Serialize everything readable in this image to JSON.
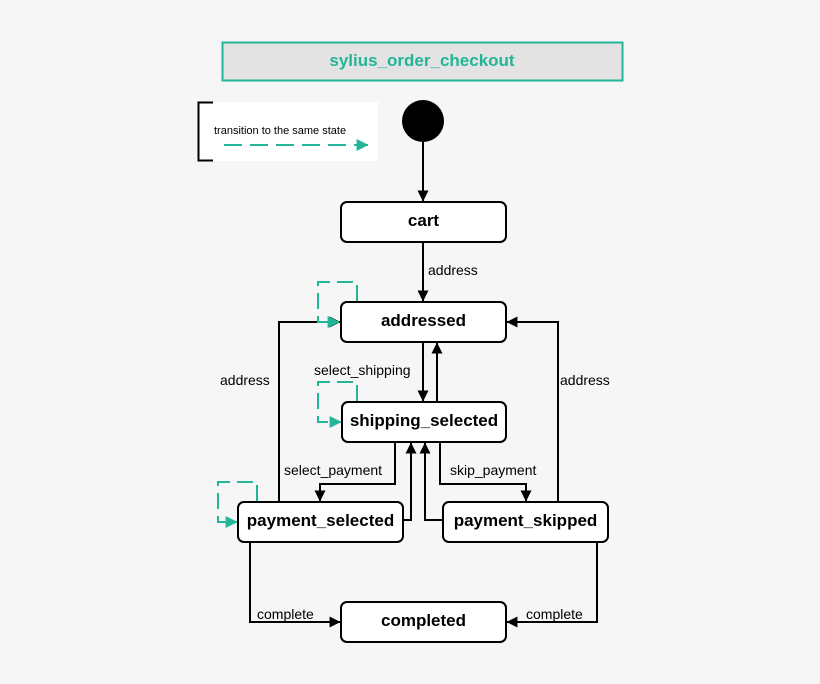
{
  "diagram": {
    "title": "sylius_order_checkout",
    "legend": {
      "label": "transition to the same state"
    },
    "colors": {
      "accent": "#22b597",
      "title_fill": "#e3e3e3",
      "background": "#f6f6f6",
      "line": "#000000",
      "node_fill": "#ffffff"
    },
    "states": {
      "cart": "cart",
      "addressed": "addressed",
      "shipping_selected": "shipping_selected",
      "payment_selected": "payment_selected",
      "payment_skipped": "payment_skipped",
      "completed": "completed"
    },
    "transitions": {
      "cart_to_addressed": "address",
      "addressed_to_shipping": "select_shipping",
      "shipping_to_payment_selected": "select_payment",
      "shipping_to_payment_skipped": "skip_payment",
      "payment_selected_to_addressed": "address",
      "payment_skipped_to_addressed": "address",
      "payment_selected_to_completed": "complete",
      "payment_skipped_to_completed": "complete"
    }
  }
}
